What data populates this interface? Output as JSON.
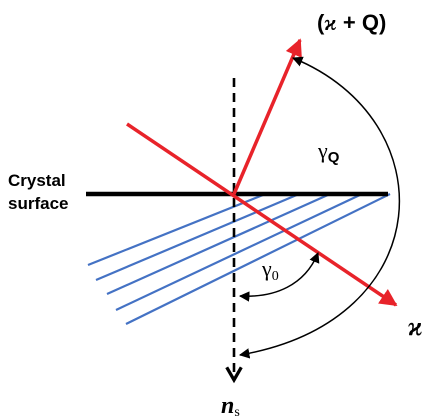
{
  "labels": {
    "crystal_line1": "Crystal",
    "crystal_line2": "surface",
    "scattered_open": "(",
    "scattered_kappa": "ϰ",
    "scattered_rest": " + Q)",
    "incident_kappa": "ϰ",
    "gamma_q_symbol": "γ",
    "gamma_q_sub": "Q",
    "gamma0_symbol": "γ",
    "gamma0_sub": "0",
    "normal_symbol": "n",
    "normal_sub": "s"
  },
  "colors": {
    "beam": "#e8232a",
    "planes": "#4472c4",
    "surface": "#000000",
    "normal": "#000000",
    "arcs": "#000000"
  }
}
